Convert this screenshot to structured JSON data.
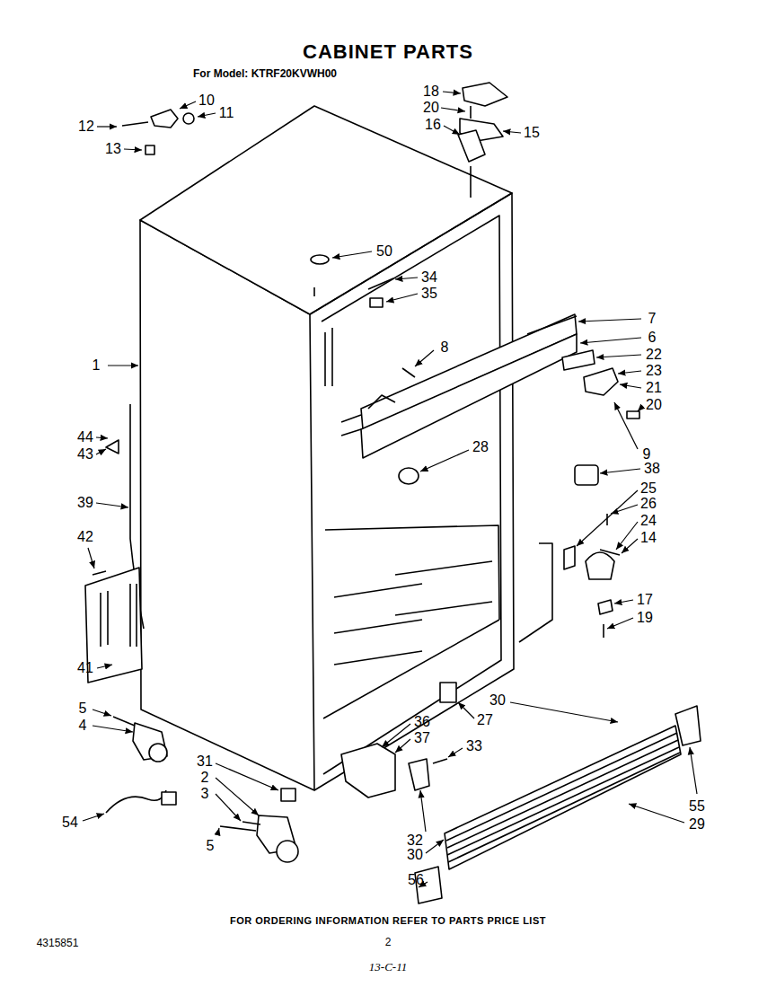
{
  "diagram": {
    "title": "CABINET PARTS",
    "labels": [
      "For Model: KTRF20KVWH00",
      "10",
      "11",
      "12",
      "13",
      "18",
      "20",
      "16",
      "15",
      "50",
      "34",
      "35",
      "7",
      "6",
      "22",
      "23",
      "21",
      "20",
      "1",
      "8",
      "9",
      "28",
      "38",
      "25",
      "26",
      "24",
      "14",
      "44",
      "43",
      "39",
      "42",
      "41",
      "17",
      "19",
      "5",
      "4",
      "30",
      "27",
      "36",
      "37",
      "33",
      "31",
      "2",
      "3",
      "54",
      "55",
      "29",
      "5",
      "32",
      "30",
      "56",
      "FOR ORDERING INFORMATION REFER TO PARTS PRICE LIST",
      "4315851",
      "2",
      "13-C-11"
    ]
  }
}
